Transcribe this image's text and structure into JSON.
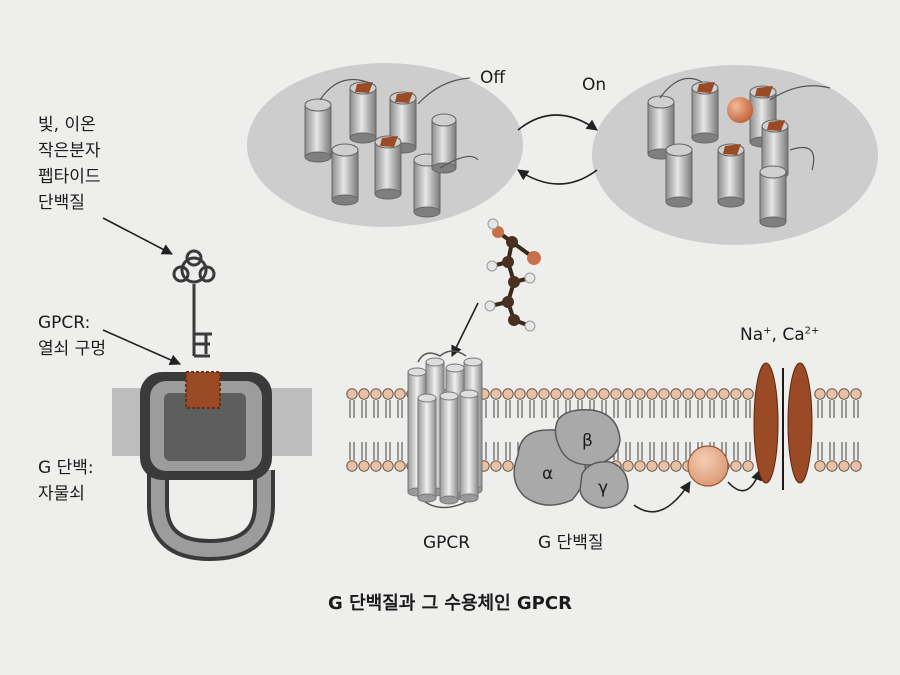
{
  "labels": {
    "off": "Off",
    "on": "On",
    "ligand_lines": [
      "빛, 이온",
      "작은분자",
      "펩타이드",
      "단백질"
    ],
    "gpcr_lock_lines": [
      "GPCR:",
      "열쇠 구멍"
    ],
    "gprotein_lock_lines": [
      "G 단백:",
      "자물쇠"
    ],
    "gpcr": "GPCR",
    "gprotein": "G 단백질",
    "ion_na": "Na",
    "ion_na_sup": "+",
    "ion_sep": ", Ca",
    "ion_ca_sup": "2+",
    "alpha": "α",
    "beta": "β",
    "gamma": "γ"
  },
  "caption": "G 단백질과 그 수용체인 GPCR",
  "colors": {
    "background": "#eeeeec",
    "accent_brown": "#9a4a24",
    "copper": "#c8704a",
    "effector": "#e8b090",
    "subunit_gray": "#a9a9a9",
    "helix_gray": "#b8b8b8"
  },
  "icons": [
    "key-icon",
    "padlock-icon",
    "molecule-icon"
  ]
}
